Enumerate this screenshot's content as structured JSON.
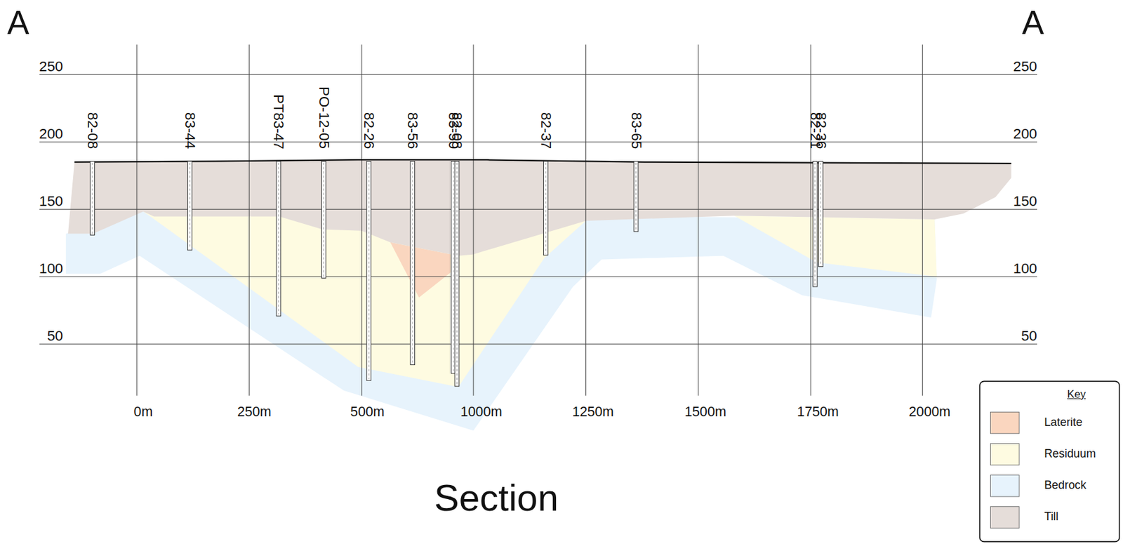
{
  "diagram": {
    "title": "Section",
    "labels": [
      "A",
      "A",
      "250",
      "200",
      "150",
      "100",
      "50",
      "250",
      "200",
      "150",
      "100",
      "50",
      "0m",
      "250m",
      "500m",
      "1000m",
      "1250m",
      "1500m",
      "1750m",
      "2000m",
      "82-08",
      "83-44",
      "PT83-47",
      "PO-12-05",
      "82-26",
      "83-56",
      "83-50",
      "82-08",
      "82-37",
      "83-65",
      "82-21",
      "82-36",
      "Key"
    ],
    "legend": [
      {
        "text": "Laterite",
        "color": "#fad6bf"
      },
      {
        "text": "Residuum",
        "color": "#fefbe1"
      },
      {
        "text": "Bedrock",
        "color": "#e7f3fc"
      },
      {
        "text": "Till",
        "color": "#e5ddd9"
      }
    ]
  }
}
